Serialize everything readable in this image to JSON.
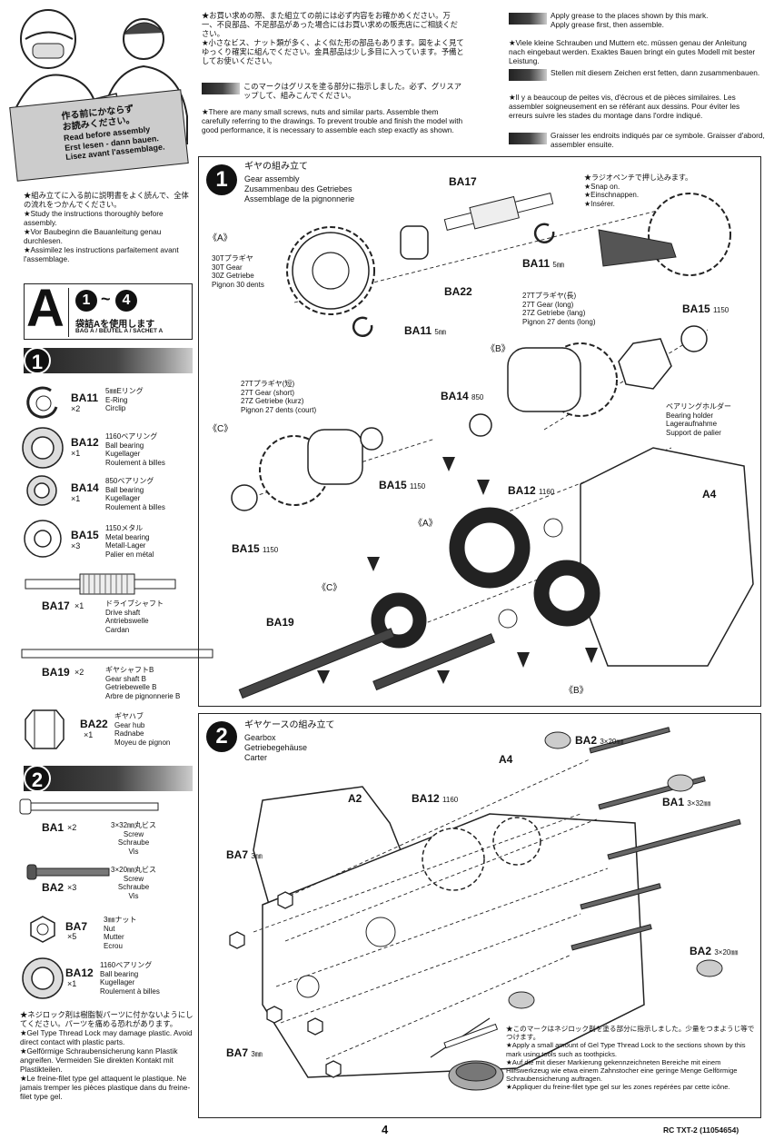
{
  "read_box": {
    "jp": "作る前にかならず\nお読みください。",
    "en": "Read before assembly",
    "de": "Erst lesen - dann bauen.",
    "fr": "Lisez avant l'assemblage."
  },
  "read_notes": "★組み立てに入る前に説明書をよく読んで、全体の流れをつかんでください。\n★Study the instructions thoroughly before assembly.\n★Vor Baubeginn die Bauanleitung genau durchlesen.\n★Assimilez les instructions parfaitement avant l'assemblage.",
  "notice_jp": "★お買い求めの際、また組立ての前には必ず内容をお確かめください。万一、不良部品、不足部品があった場合にはお買い求めの販売店にご相談ください。\n★小さなビス、ナット類が多く、よく似た形の部品もあります。図をよく見てゆっくり確実に組んでください。金具部品は少し多目に入っています。予備としてお使いください。",
  "grease_jp": "このマークはグリスを塗る部分に指示しました。必ず、グリスアップして、組みこんでください。",
  "notice_en": "★There are many small screws, nuts and similar parts. Assemble them carefully referring to the drawings. To prevent trouble and finish the model with good performance, it is necessary to assemble each step exactly as shown.",
  "grease_en": "Apply grease to the places shown by this mark.\nApply grease first, then assemble.",
  "notice_de": "★Viele kleine Schrauben und Muttern etc. müssen genau der Anleitung nach eingebaut werden. Exaktes Bauen bringt ein gutes Modell mit bester Leistung.",
  "grease_de": "Stellen mit diesem Zeichen erst fetten, dann zusammenbauen.",
  "notice_fr": "★Il y a beaucoup de peites vis, d'écrous et de pièces similaires. Les assembler soigneusement en se référant aux dessins. Pour éviter les erreurs suivre les stades du montage dans l'ordre indiqué.",
  "grease_fr": "Graisser les endroits indiqués par ce symbole. Graisser d'abord, assembler ensuite.",
  "bag": {
    "letter": "A",
    "from": "1",
    "tilde": "~",
    "to": "4",
    "jp": "袋詰Aを使用します",
    "langs": "BAG A / BEUTEL A / SACHET A"
  },
  "parts_step1": {
    "num": "1",
    "items": [
      {
        "code": "BA11",
        "qty": "×2",
        "desc": "5㎜Eリング\nE-Ring\nCirclip"
      },
      {
        "code": "BA12",
        "qty": "×1",
        "desc": "1160ベアリング\nBall bearing\nKugellager\nRoulement à billes"
      },
      {
        "code": "BA14",
        "qty": "×1",
        "desc": "850ベアリング\nBall bearing\nKugellager\nRoulement à billes"
      },
      {
        "code": "BA15",
        "qty": "×3",
        "desc": "1150メタル\nMetal bearing\nMetall-Lager\nPalier en métal"
      },
      {
        "code": "BA17",
        "qty": "×1",
        "desc": "ドライブシャフト\nDrive shaft\nAntriebswelle\nCardan"
      },
      {
        "code": "BA19",
        "qty": "×2",
        "desc": "ギヤシャフトB\nGear shaft B\nGetriebewelle B\nArbre de pignonnerie B"
      },
      {
        "code": "BA22",
        "qty": "×1",
        "desc": "ギヤハブ\nGear hub\nRadnabe\nMoyeu de pignon"
      }
    ]
  },
  "parts_step2": {
    "num": "2",
    "items": [
      {
        "code": "BA1",
        "qty": "×2",
        "desc": "3×32㎜丸ビス\nScrew\nSchraube\nVis"
      },
      {
        "code": "BA2",
        "qty": "×3",
        "desc": "3×20㎜丸ビス\nScrew\nSchraube\nVis"
      },
      {
        "code": "BA7",
        "qty": "×5",
        "desc": "3㎜ナット\nNut\nMutter\nEcrou"
      },
      {
        "code": "BA12",
        "qty": "×1",
        "desc": "1160ベアリング\nBall bearing\nKugellager\nRoulement à billes"
      }
    ]
  },
  "threadlock_note": "★ネジロック剤は樹脂製パーツに付かないようにしてください。パーツを痛める恐れがあります。\n★Gel Type Thread Lock may damage plastic. Avoid direct contact with plastic parts.\n★Gelförmige Schraubensicherung kann Plastik angreifen. Vermeiden Sie direkten Kontakt mit Plastikteilen.\n★Le freine-filet type gel attaquent le plastique. Ne jamais tremper les pièces plastique dans du freine-filet type gel.",
  "step1": {
    "num": "1",
    "title_jp": "ギヤの組み立て",
    "title_en": "Gear assembly",
    "title_de": "Zusammenbau des Getriebes",
    "title_fr": "Assemblage de la pignonnerie",
    "snap_note": "★ラジオペンチで押し込みます。\n★Snap on.\n★Einschnappen.\n★Insérer.",
    "labels": {
      "a_tag": "《A》",
      "b_tag": "《B》",
      "c_tag": "《C》",
      "gear30": "30Tプラギヤ\n30T Gear\n30Z Getriebe\nPignon 30 dents",
      "gear27long": "27Tプラギヤ(長)\n27T Gear (long)\n27Z Getriebe (lang)\nPignon 27 dents (long)",
      "gear27short": "27Tプラギヤ(短)\n27T Gear (short)\n27Z Getriebe (kurz)\nPignon 27 dents (court)",
      "bearing_holder": "ベアリングホルダー\nBearing holder\nLageraufnahme\nSupport de palier",
      "ba17": "BA17",
      "ba11a": "BA11",
      "ba11a_size": "5㎜",
      "ba11b": "BA11",
      "ba11b_size": "5㎜",
      "ba22": "BA22",
      "ba15a": "BA15",
      "ba15a_size": "1150",
      "ba14": "BA14",
      "ba14_size": "850",
      "ba15b": "BA15",
      "ba15b_size": "1150",
      "ba15c": "BA15",
      "ba15c_size": "1150",
      "ba12": "BA12",
      "ba12_size": "1160",
      "a4": "A4",
      "ba19": "BA19",
      "a_tag2": "《A》",
      "c_tag2": "《C》",
      "b_tag2": "《B》"
    }
  },
  "step2": {
    "num": "2",
    "title_jp": "ギヤケースの組み立て",
    "title_en": "Gearbox",
    "title_de": "Getriebegehäuse",
    "title_fr": "Carter",
    "labels": {
      "ba2a": "BA2",
      "ba2a_size": "3×20㎜",
      "a4": "A4",
      "ba1": "BA1",
      "ba1_size": "3×32㎜",
      "a2": "A2",
      "ba12": "BA12",
      "ba12_size": "1160",
      "ba7a": "BA7",
      "ba7a_size": "3㎜",
      "ba2b": "BA2",
      "ba2b_size": "3×20㎜",
      "ba7b": "BA7",
      "ba7b_size": "3㎜"
    },
    "threadlock_mark": "★このマークはネジロック剤を塗る部分に指示しました。少量をつまようじ等でつけます。\n★Apply a small amount of Gel Type Thread Lock to the sections shown by this mark using tools such as toothpicks.\n★Auf die mit dieser Markierung gekennzeichneten Bereiche mit einem Hilfswerkzeug wie etwa einem Zahnstocher eine geringe Menge Gelförmige Schraubensicherung auftragen.\n★Appliquer du freine-filet type gel sur les zones repérées par cette icône."
  },
  "footer": {
    "page": "4",
    "model": "RC TXT-2 (11054654)"
  }
}
